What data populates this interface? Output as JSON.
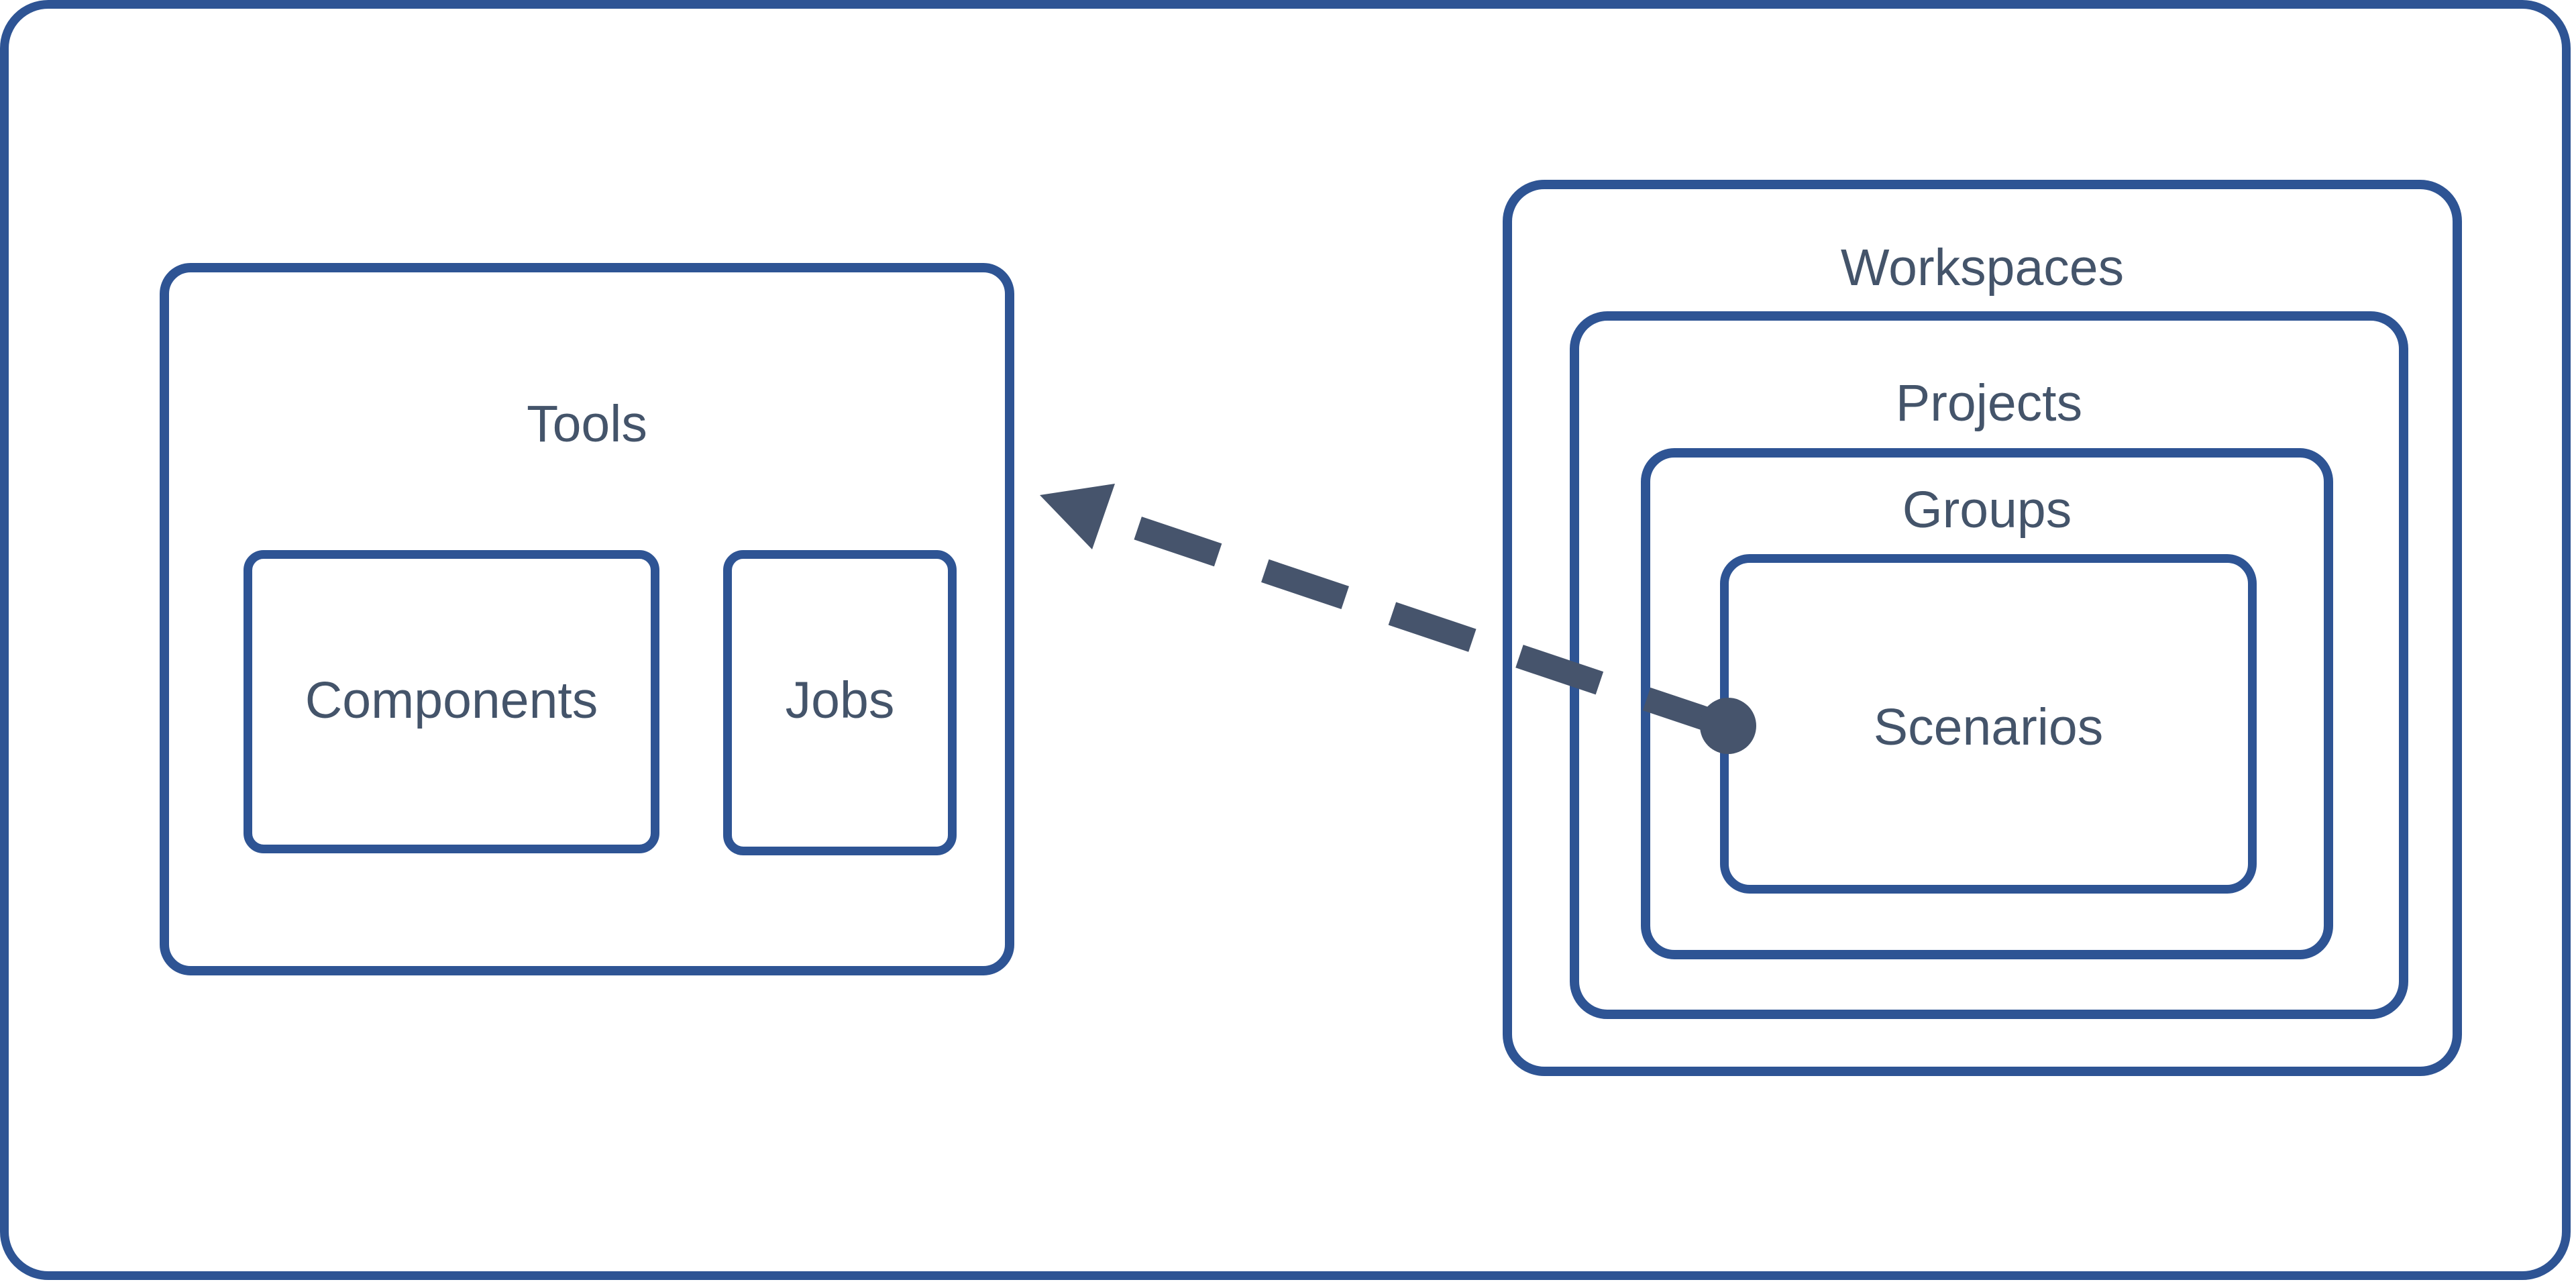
{
  "diagram": {
    "tools": {
      "label": "Tools",
      "children": {
        "components": "Components",
        "jobs": "Jobs"
      }
    },
    "hierarchy": {
      "workspaces": "Workspaces",
      "projects": "Projects",
      "groups": "Groups",
      "scenarios": "Scenarios"
    },
    "connector": {
      "from": "Scenarios",
      "to": "Tools",
      "line_style": "dashed",
      "arrowhead": "triangle",
      "origin_marker": "dot"
    }
  },
  "colors": {
    "box_border": "#2e5494",
    "label_text": "#44546a",
    "connector": "#46546c",
    "background": "#ffffff"
  }
}
